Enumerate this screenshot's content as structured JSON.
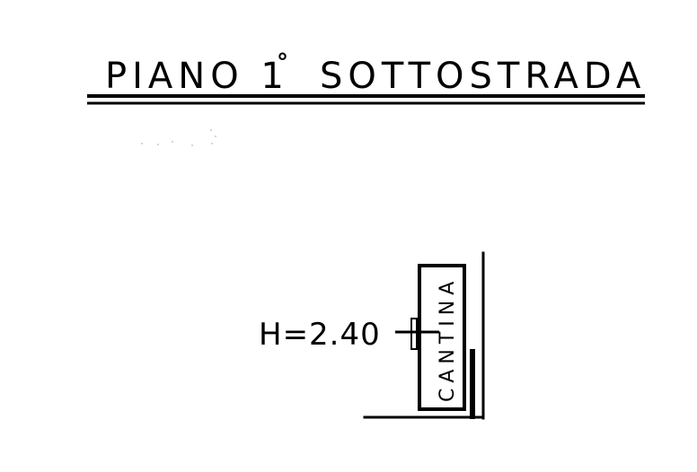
{
  "title": {
    "main": "PIANO 1",
    "degree": "°",
    "rest": "SOTTOSTRADA"
  },
  "height_label": "H=2.40",
  "room_label": "CANTINA"
}
